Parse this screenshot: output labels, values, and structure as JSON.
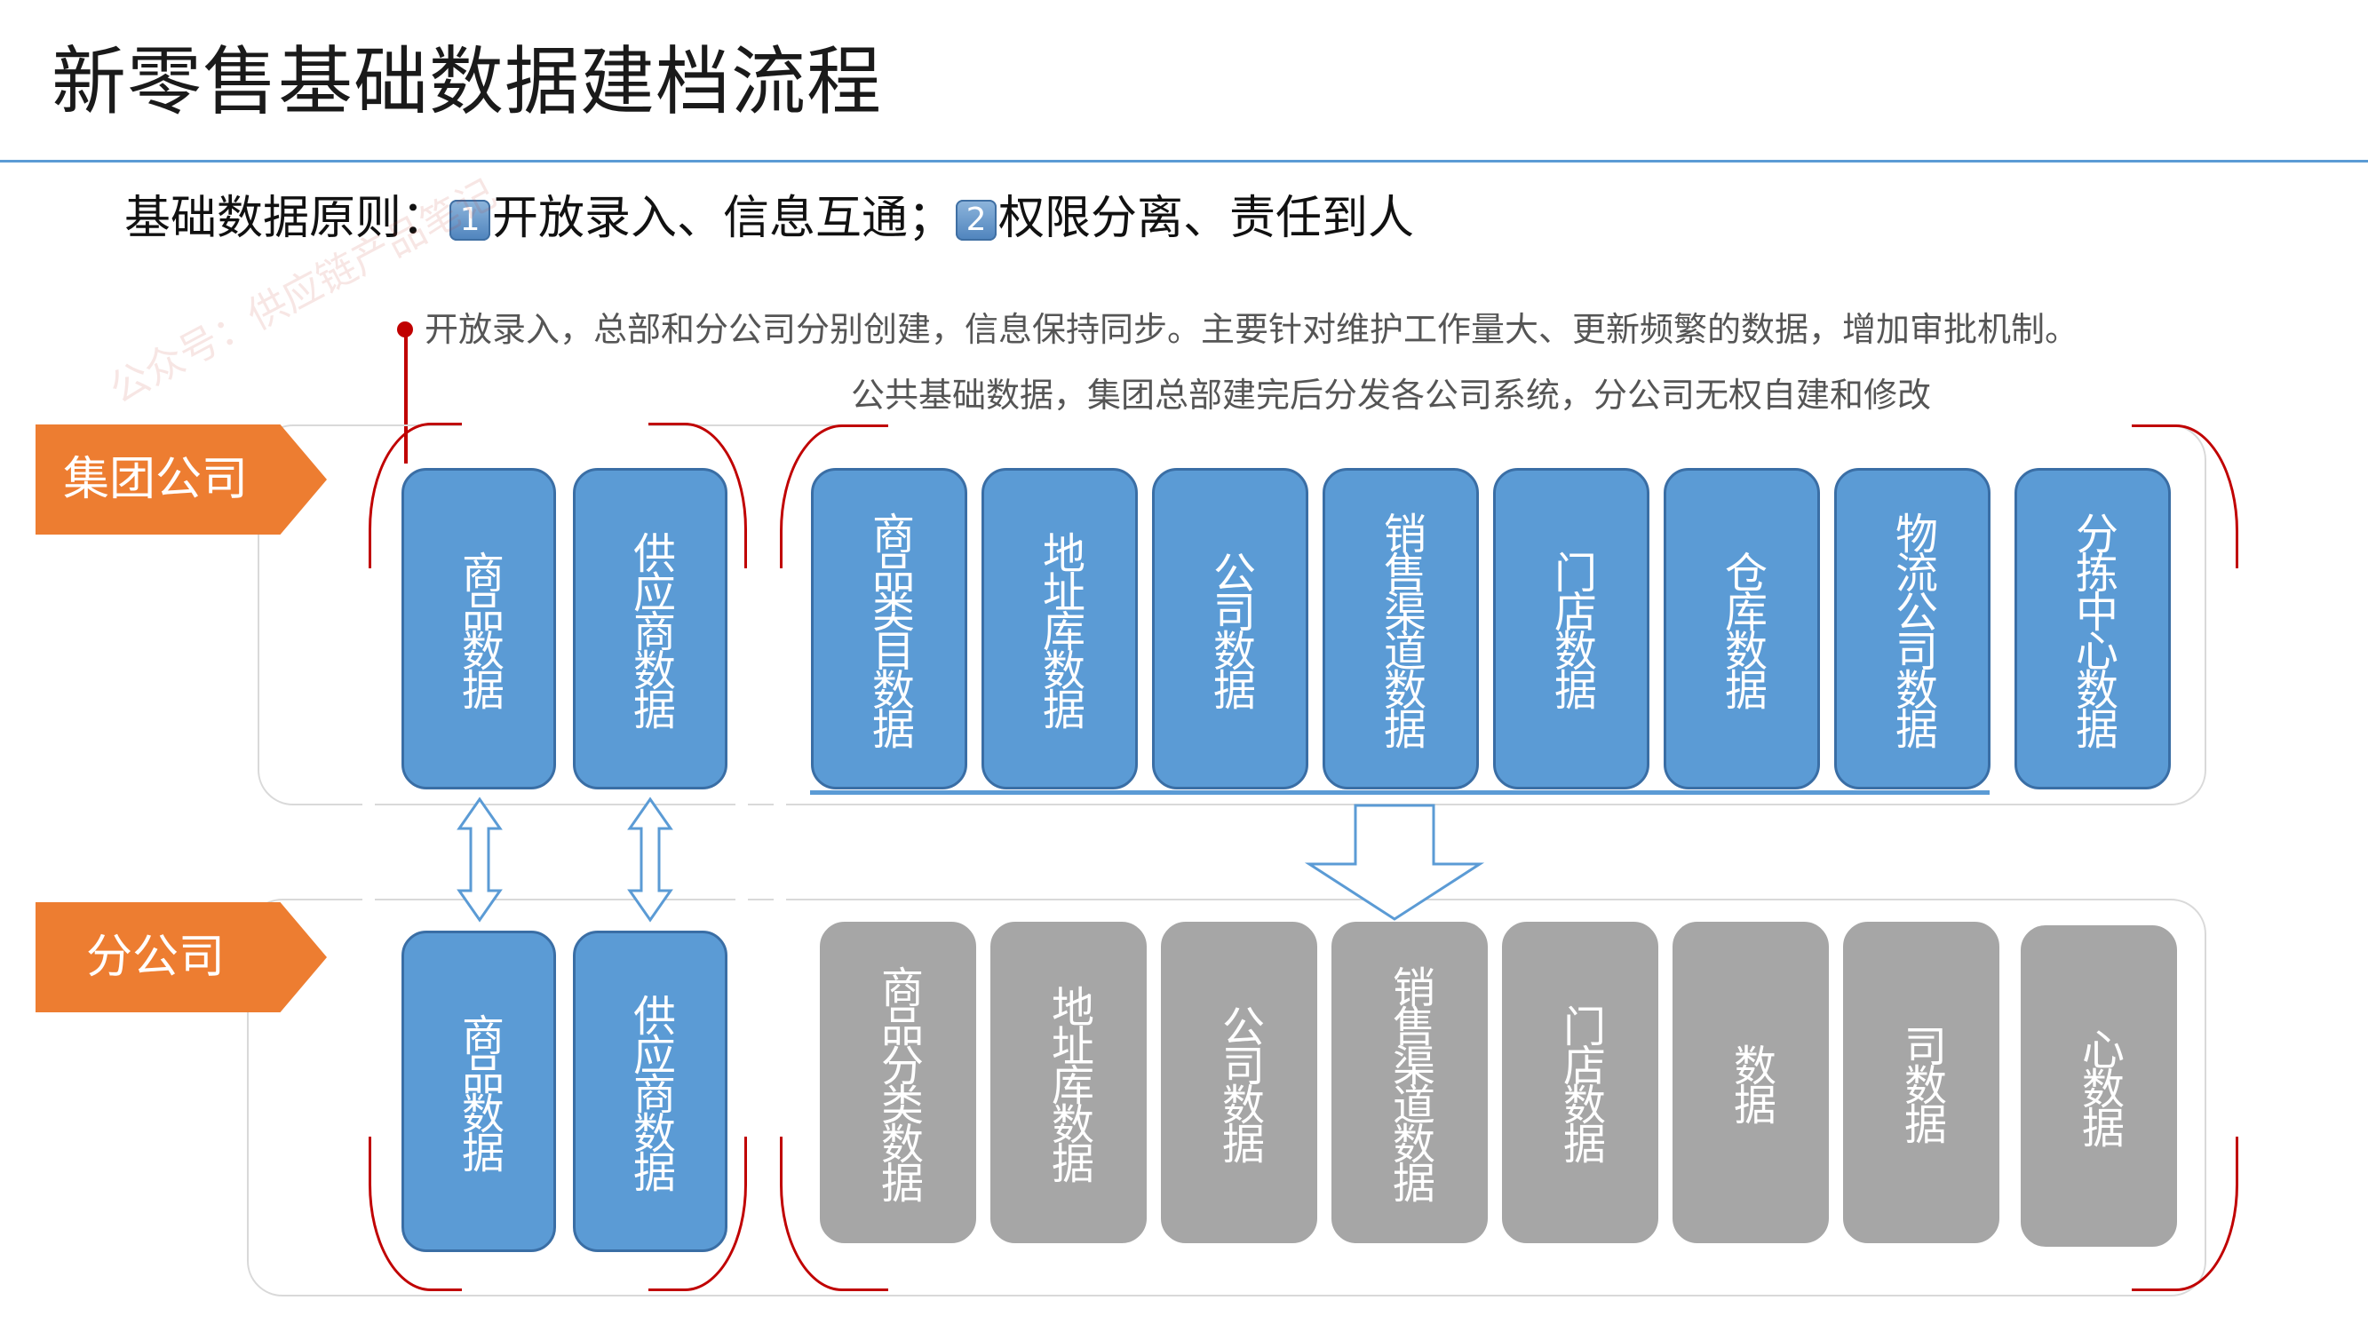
{
  "title": "新零售基础数据建档流程",
  "principle": {
    "prefix": "基础数据原则：",
    "badge1": "1",
    "text1": "开放录入、信息互通；",
    "badge2": "2",
    "text2": "权限分离、责任到人"
  },
  "watermark": "公众号：供应链产品笔记",
  "note_open": "开放录入，总部和分公司分别创建，信息保持同步。主要针对维护工作量大、更新频繁的数据，增加审批机制。",
  "note_public": "公共基础数据，集团总部建完后分发各公司系统，分公司无权自建和修改",
  "groups": {
    "hq": "集团公司",
    "branch": "分公司"
  },
  "hq_open_boxes": [
    "商品数据",
    "供应商数据"
  ],
  "branch_open_boxes": [
    "商品数据",
    "供应商数据"
  ],
  "hq_public_boxes": [
    "商品类目数据",
    "地址库数据",
    "公司数据",
    "销售渠道数据",
    "门店数据",
    "仓库数据",
    "物流公司数据",
    "分拣中心数据"
  ],
  "branch_public_boxes": [
    "商品分类数据",
    "地址库数据",
    "公司数据",
    "销售渠道数据",
    "门店数据",
    "数据",
    "司数据",
    "心数据"
  ],
  "colors": {
    "accent_blue": "#5b9bd5",
    "box_gray": "#a6a6a6",
    "label_orange": "#ed7d31",
    "bracket_red": "#c00000"
  }
}
